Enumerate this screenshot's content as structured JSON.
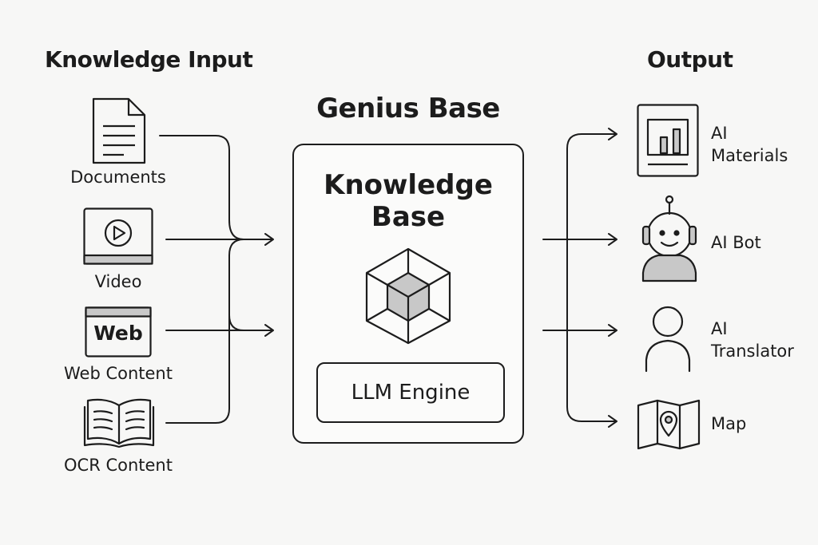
{
  "input_heading": "Knowledge Input",
  "output_heading": "Output",
  "center_title": "Genius Base",
  "knowledge_base": {
    "title_line1": "Knowledge",
    "title_line2": "Base",
    "engine_label": "LLM Engine"
  },
  "inputs": [
    {
      "label": "Documents",
      "icon": "document-icon"
    },
    {
      "label": "Video",
      "icon": "video-icon"
    },
    {
      "label": "Web Content",
      "icon": "web-icon",
      "icon_text": "Web"
    },
    {
      "label": "OCR Content",
      "icon": "open-book-icon"
    }
  ],
  "outputs": [
    {
      "line1": "AI",
      "line2": "Materials",
      "icon": "chart-board-icon"
    },
    {
      "line1": "AI Bot",
      "line2": "",
      "icon": "robot-icon"
    },
    {
      "line1": "AI",
      "line2": "Translator",
      "icon": "person-icon"
    },
    {
      "line1": "Map",
      "line2": "",
      "icon": "map-pin-icon"
    }
  ],
  "colors": {
    "ink": "#1c1c1c",
    "background": "#f7f7f6",
    "shade": "#c8c8c8"
  }
}
